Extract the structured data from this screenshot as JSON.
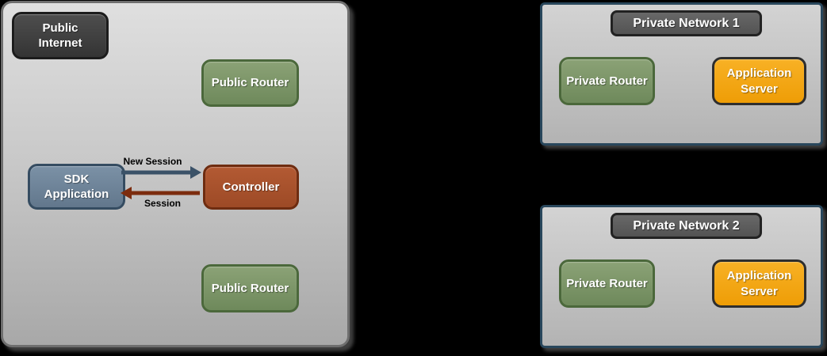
{
  "canvas": {
    "background": "#000000"
  },
  "public_internet_zone": {
    "label": "Public Internet",
    "nodes": {
      "public_router_top": {
        "label": "Public Router"
      },
      "sdk_application": {
        "label": "SDK Application"
      },
      "controller": {
        "label": "Controller"
      },
      "public_router_bottom": {
        "label": "Public Router"
      }
    },
    "arrows": {
      "new_session": {
        "label": "New Session",
        "color": "#3b5268"
      },
      "session": {
        "label": "Session",
        "color": "#7c2c0e"
      }
    }
  },
  "private_networks": [
    {
      "title": "Private Network 1",
      "nodes": {
        "private_router": {
          "label": "Private Router"
        },
        "application_server": {
          "label": "Application Server"
        }
      }
    },
    {
      "title": "Private Network 2",
      "nodes": {
        "private_router": {
          "label": "Private Router"
        },
        "application_server": {
          "label": "Application Server"
        }
      }
    }
  ],
  "colors": {
    "zone_border": "#6e6e6e",
    "network_border": "#29475c",
    "green_node": "#7b9468",
    "orange_node": "#f2a313",
    "slate_node": "#6e8399",
    "rust_node": "#a8532e",
    "dark_badge": "#3e3e3e",
    "network_badge": "#5f5f5f"
  }
}
